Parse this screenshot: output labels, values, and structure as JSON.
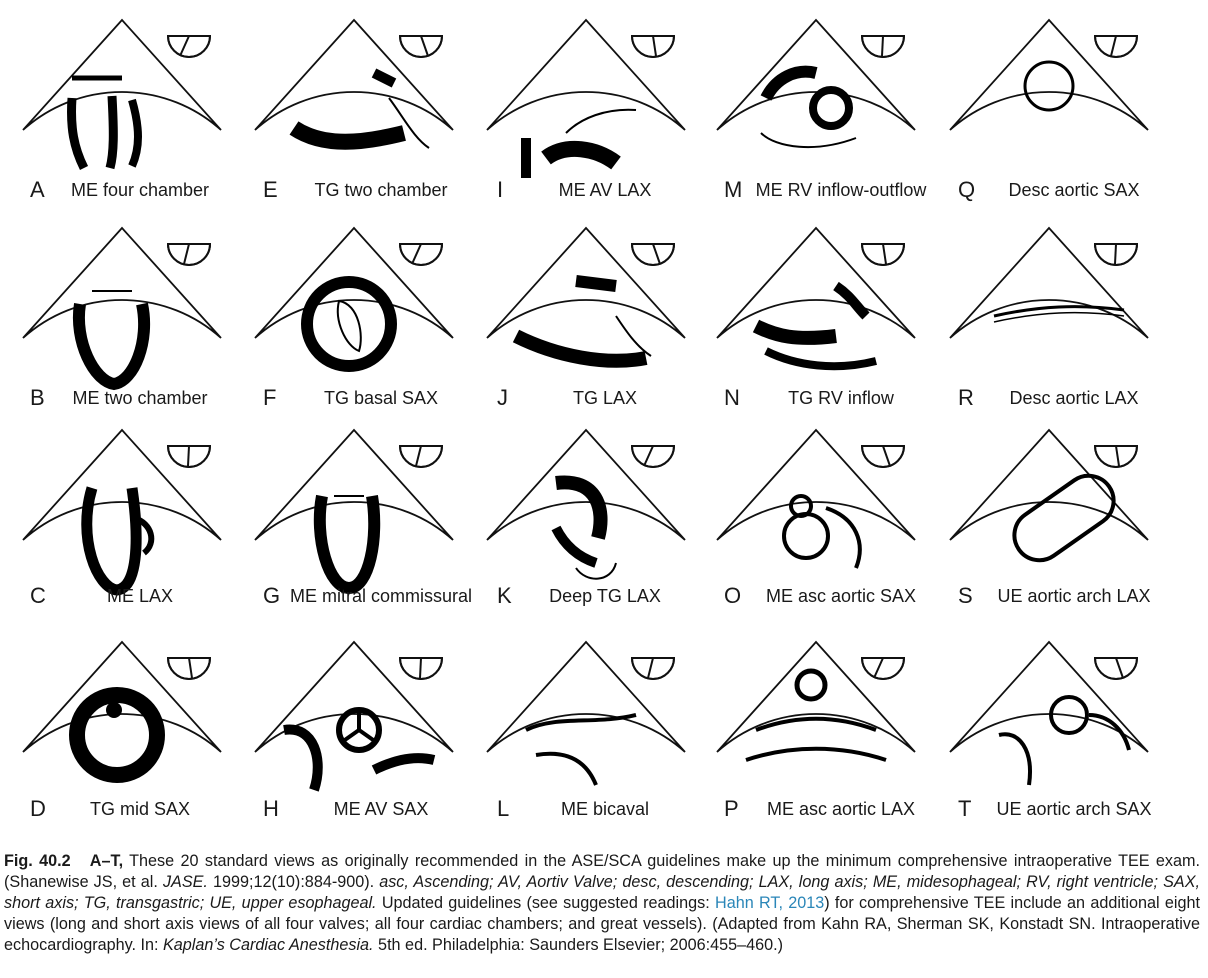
{
  "views": [
    {
      "letter": "A",
      "label": "ME four chamber"
    },
    {
      "letter": "B",
      "label": "ME two chamber"
    },
    {
      "letter": "C",
      "label": "ME LAX"
    },
    {
      "letter": "D",
      "label": "TG mid SAX"
    },
    {
      "letter": "E",
      "label": "TG two chamber"
    },
    {
      "letter": "F",
      "label": "TG basal SAX"
    },
    {
      "letter": "G",
      "label": "ME mitral commissural"
    },
    {
      "letter": "H",
      "label": "ME AV SAX"
    },
    {
      "letter": "I",
      "label": "ME AV LAX"
    },
    {
      "letter": "J",
      "label": "TG LAX"
    },
    {
      "letter": "K",
      "label": "Deep TG LAX"
    },
    {
      "letter": "L",
      "label": "ME bicaval"
    },
    {
      "letter": "M",
      "label": "ME RV inflow-outflow"
    },
    {
      "letter": "N",
      "label": "TG RV inflow"
    },
    {
      "letter": "O",
      "label": "ME asc aortic SAX"
    },
    {
      "letter": "P",
      "label": "ME asc aortic LAX"
    },
    {
      "letter": "Q",
      "label": "Desc aortic SAX"
    },
    {
      "letter": "R",
      "label": "Desc aortic LAX"
    },
    {
      "letter": "S",
      "label": "UE aortic arch LAX"
    },
    {
      "letter": "T",
      "label": "UE aortic arch SAX"
    }
  ],
  "caption": {
    "fig_number": "Fig. 40.2",
    "letters": "A–T,",
    "text_1": " These 20 standard views as originally recommended in the ASE/SCA guidelines make up the minimum comprehensive intraoperative TEE exam. (Shanewise JS, et al. ",
    "journal": "JASE.",
    "text_2": " 1999;12(10):884-900). ",
    "abbreviations": "asc, Ascending; AV, Aortiv Valve; desc, descending; LAX, long axis; ME, midesophageal; RV, right ventricle; SAX, short axis; TG, transgastric; UE, upper esophageal.",
    "text_3": " Updated guidelines (see suggested readings: ",
    "link_text": "Hahn RT, 2013",
    "text_4": ") for comprehensive TEE include an additional eight views (long and short axis views of all four valves; all four cardiac chambers; and great vessels). (Adapted from Kahn RA, Sherman SK, Konstadt SN. Intraoperative echocardiography. In: ",
    "book": "Kaplan’s Cardiac Anesthesia.",
    "text_5": " 5th ed. Philadelphia: Saunders Elsevier; 2006:455–460.)"
  }
}
